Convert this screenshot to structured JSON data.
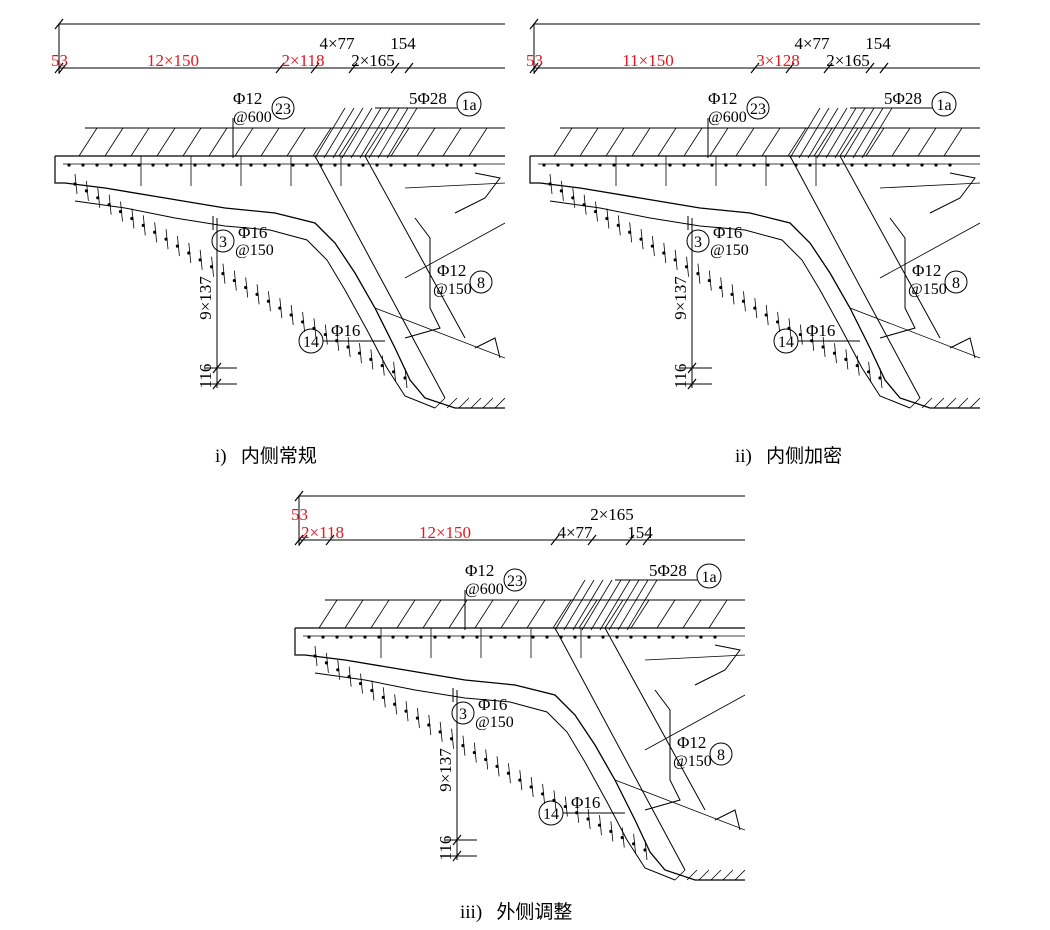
{
  "colors": {
    "line": "#000000",
    "highlight": "#e8141c",
    "background": "#ffffff"
  },
  "panels": [
    {
      "id": "p1",
      "caption": {
        "numeral": "i)",
        "text": "内侧常规"
      },
      "dims_top": [
        {
          "label": "53",
          "highlight": true
        },
        {
          "label": "12×150",
          "highlight": true
        },
        {
          "label": "2×118",
          "highlight": true
        },
        {
          "label": "4×77",
          "highlight": false
        },
        {
          "label": "2×165",
          "highlight": false
        },
        {
          "label": "154",
          "highlight": false
        }
      ],
      "rebar_23": {
        "spec": "Φ12",
        "spacing": "@600",
        "id": "23"
      },
      "rebar_1a": {
        "spec": "5Φ28",
        "id": "1a"
      },
      "rebar_3": {
        "id": "3",
        "spec": "Φ16",
        "spacing": "@150"
      },
      "rebar_8": {
        "spec": "Φ12",
        "spacing": "@150",
        "id": "8"
      },
      "rebar_14": {
        "id": "14",
        "spec": "Φ16"
      },
      "dim_vertical": "9×137",
      "dim_bottom": "116"
    },
    {
      "id": "p2",
      "caption": {
        "numeral": "ii)",
        "text": "内侧加密"
      },
      "dims_top": [
        {
          "label": "53",
          "highlight": true
        },
        {
          "label": "11×150",
          "highlight": true
        },
        {
          "label": "3×128",
          "highlight": true
        },
        {
          "label": "4×77",
          "highlight": false
        },
        {
          "label": "2×165",
          "highlight": false
        },
        {
          "label": "154",
          "highlight": false
        }
      ],
      "rebar_23": {
        "spec": "Φ12",
        "spacing": "@600",
        "id": "23"
      },
      "rebar_1a": {
        "spec": "5Φ28",
        "id": "1a"
      },
      "rebar_3": {
        "id": "3",
        "spec": "Φ16",
        "spacing": "@150"
      },
      "rebar_8": {
        "spec": "Φ12",
        "spacing": "@150",
        "id": "8"
      },
      "rebar_14": {
        "id": "14",
        "spec": "Φ16"
      },
      "dim_vertical": "9×137",
      "dim_bottom": "116"
    },
    {
      "id": "p3",
      "caption": {
        "numeral": "iii)",
        "text": "外侧调整"
      },
      "dims_top": [
        {
          "label": "53",
          "highlight": true
        },
        {
          "label": "2×118",
          "highlight": true
        },
        {
          "label": "12×150",
          "highlight": true
        },
        {
          "label": "4×77",
          "highlight": false
        },
        {
          "label": "2×165",
          "highlight": false
        },
        {
          "label": "154",
          "highlight": false
        }
      ],
      "rebar_23": {
        "spec": "Φ12",
        "spacing": "@600",
        "id": "23"
      },
      "rebar_1a": {
        "spec": "5Φ28",
        "id": "1a"
      },
      "rebar_3": {
        "id": "3",
        "spec": "Φ16",
        "spacing": "@150"
      },
      "rebar_8": {
        "spec": "Φ12",
        "spacing": "@150",
        "id": "8"
      },
      "rebar_14": {
        "id": "14",
        "spec": "Φ16"
      },
      "dim_vertical": "9×137",
      "dim_bottom": "116"
    }
  ]
}
